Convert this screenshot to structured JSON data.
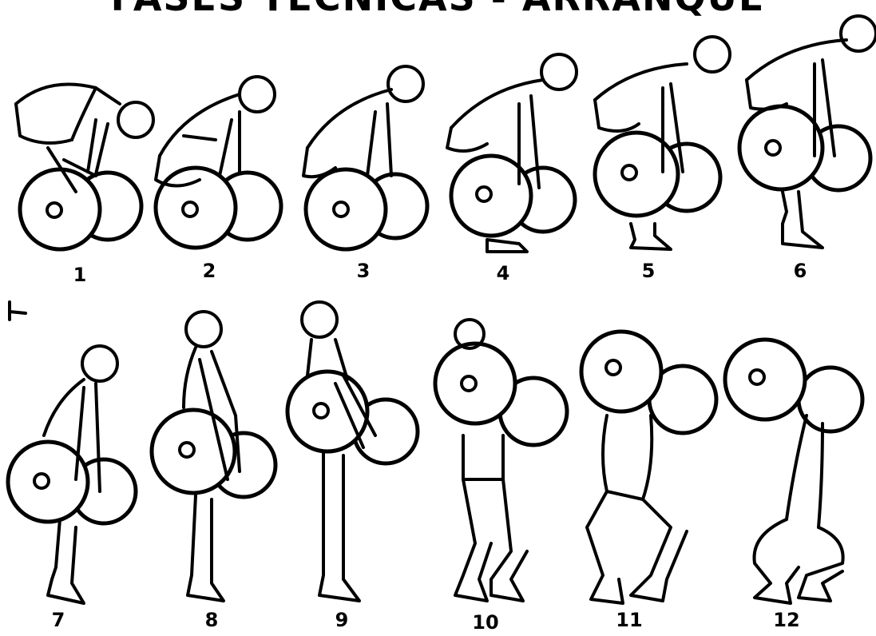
{
  "title": "FASES TECNICAS - ARRANQUE",
  "phases": [
    {
      "number": "1"
    },
    {
      "number": "2"
    },
    {
      "number": "3"
    },
    {
      "number": "4"
    },
    {
      "number": "5"
    },
    {
      "number": "6"
    },
    {
      "number": "7"
    },
    {
      "number": "8"
    },
    {
      "number": "9"
    },
    {
      "number": "10"
    },
    {
      "number": "11"
    },
    {
      "number": "12"
    }
  ]
}
